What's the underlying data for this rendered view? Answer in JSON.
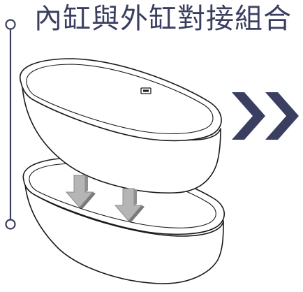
{
  "title": "內缸與外缸對接組合",
  "icons": {
    "timeline": "timeline-marker-icon",
    "inner_tub": "inner-bathtub-illustration",
    "outer_tub": "outer-bathtub-illustration",
    "down_arrows": "down-arrow-icon",
    "next": "double-chevron-right-icon"
  },
  "colors": {
    "accent": "#3a3f61",
    "outline": "#1a1a1a",
    "arrow_gray": "#a8a8a8"
  }
}
